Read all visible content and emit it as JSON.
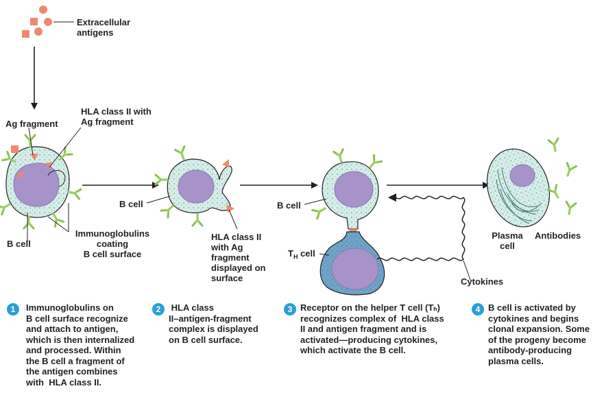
{
  "labels": {
    "extracellular_antigens": "Extracellular\nantigens",
    "ag_fragment": "Ag fragment",
    "hla_with_ag": "HLA class II with\nAg fragment",
    "b_cell_1": "B cell",
    "immunoglobulins": "Immunoglobulins\ncoating\nB cell surface",
    "b_cell_2": "B cell",
    "hla_displayed": "HLA class II\nwith Ag\nfragment\ndisplayed on\nsurface",
    "b_cell_3": "B cell",
    "th_cell_main": "T",
    "th_cell_sub": "H",
    "th_cell_rest": " cell",
    "cytokines": "Cytokines",
    "plasma_cell": "Plasma\ncell",
    "antibodies": "Antibodies"
  },
  "steps": [
    {
      "number": "1",
      "text": "Immunoglobulins on\nB cell surface recognize\nand attach to antigen,\nwhich is then internalized\nand processed. Within\nthe B cell a fragment of\nthe antigen combines\nwith  HLA class II."
    },
    {
      "number": "2",
      "text": " HLA class\nII–antigen-fragment\ncomplex is displayed\non B cell surface."
    },
    {
      "number": "3",
      "text": "Receptor on the helper T cell (Tₕ)\nrecognizes complex of  HLA class\nII and antigen fragment and is\nactivated—producing cytokines,\nwhich activate the B cell."
    },
    {
      "number": "4",
      "text": "B cell is activated by\ncytokines and begins\nclonal expansion. Some\nof the progeny become\nantibody-producing\nplasma cells."
    }
  ],
  "colors": {
    "cytoplasm": "#d5ede8",
    "nucleus": "#a792c9",
    "nucleus_stroke": "#8d78b3",
    "antibody": "#9ccc65",
    "antigen": "#ec8a6f",
    "t_cell": "#6fa3c7",
    "step_circle": "#2a9fd6",
    "ink": "#231f20"
  },
  "icons": {
    "step_marker": "numbered-circle-icon",
    "antibody": "y-shaped-antibody-icon",
    "antigen": "antigen-shape-icon"
  }
}
